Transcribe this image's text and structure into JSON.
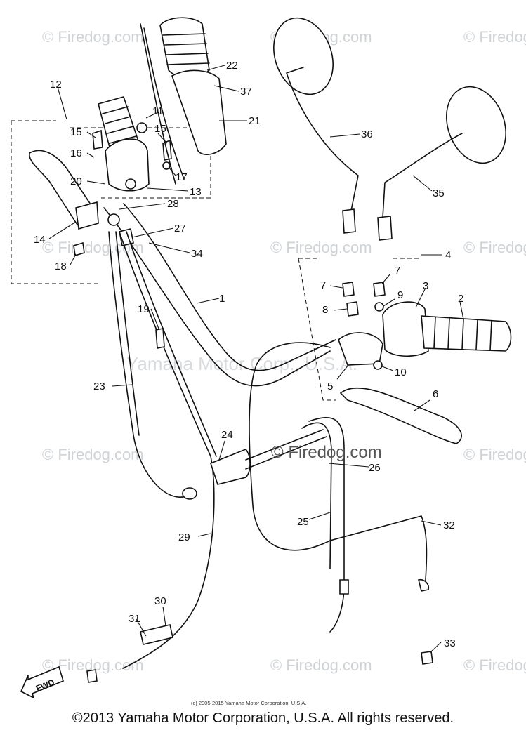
{
  "watermark": {
    "symbol_text": "© Firedog.com",
    "center_text": "© Firedog.com",
    "faint_text": "Yamaha Motor Corp., U.S.A."
  },
  "callouts": [
    "1",
    "2",
    "3",
    "4",
    "5",
    "6",
    "7",
    "7",
    "8",
    "9",
    "10",
    "11",
    "12",
    "13",
    "14",
    "15",
    "15",
    "16",
    "17",
    "18",
    "19",
    "20",
    "21",
    "22",
    "23",
    "24",
    "25",
    "26",
    "27",
    "28",
    "29",
    "30",
    "31",
    "32",
    "33",
    "34",
    "35",
    "36",
    "37"
  ],
  "direction_label": "FWD",
  "fine_print": "(c) 2005-2015 Yamaha Motor Corporation, U.S.A.",
  "copyright": "©2013 Yamaha Motor Corporation, U.S.A. All rights reserved."
}
